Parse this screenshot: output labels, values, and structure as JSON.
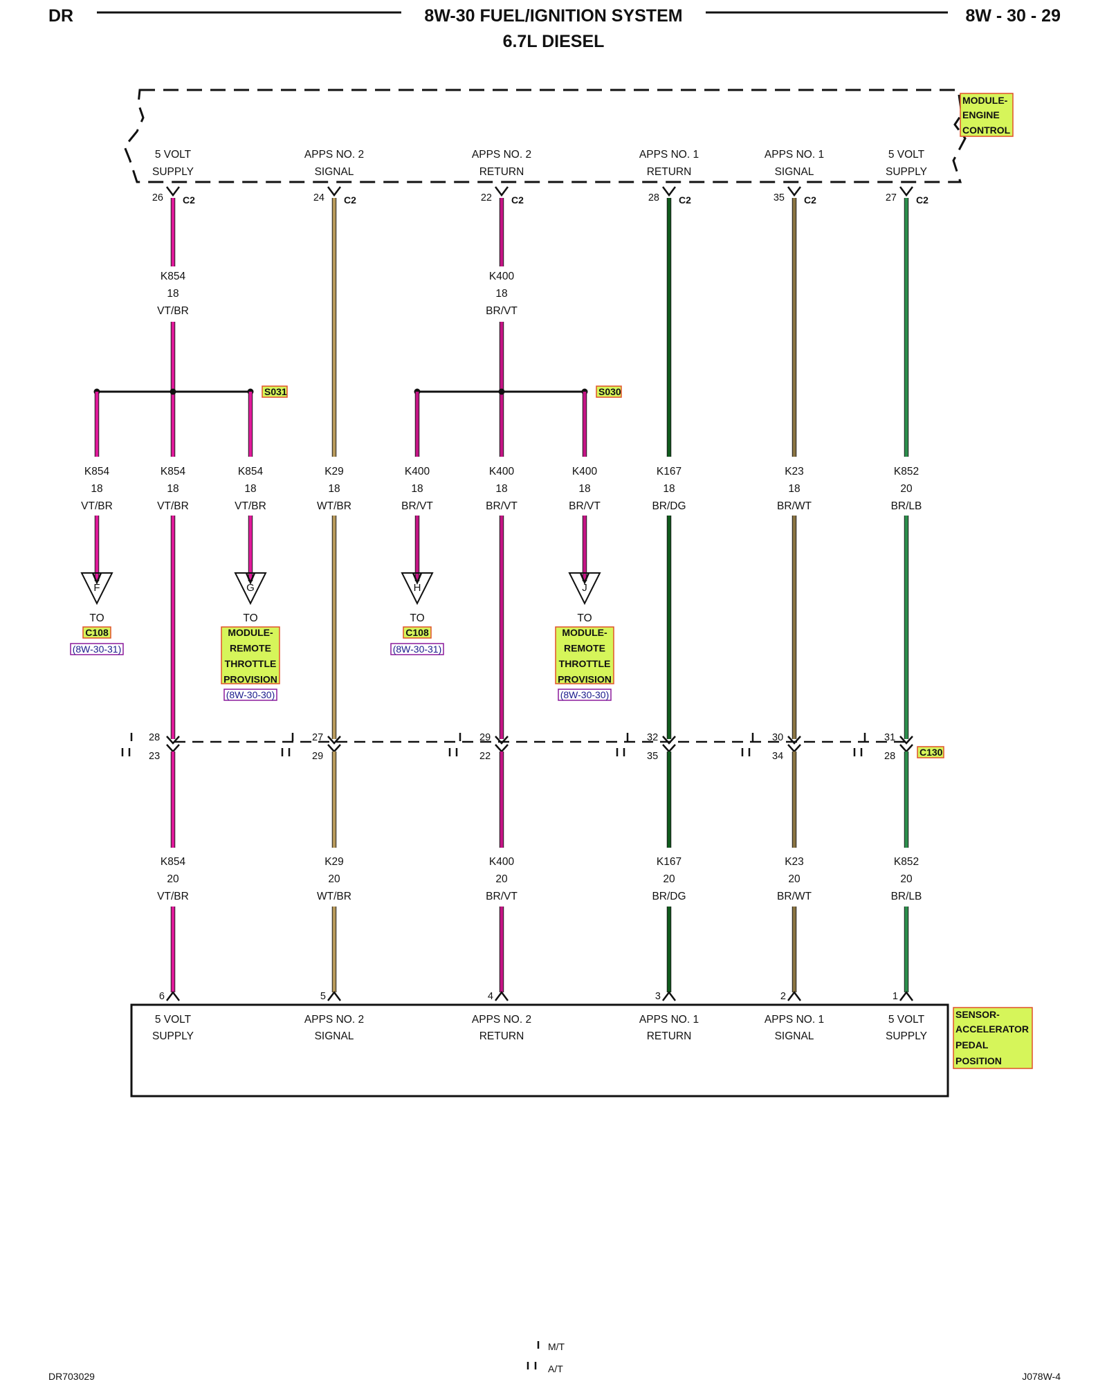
{
  "header": {
    "left": "DR",
    "title": "8W-30 FUEL/IGNITION SYSTEM",
    "subtitle": "6.7L DIESEL",
    "page": "8W - 30 - 29"
  },
  "colors": {
    "VT/BR": "#e0199a",
    "BR/VT": "#c41585",
    "WT/BR": "#b89a5c",
    "BR/DG": "#0f5a1c",
    "BR/WT": "#8a7442",
    "BR/LB": "#2c8f4c",
    "tag_fill": "#d6f55a",
    "tag_border": "#e0502a",
    "ref_border": "#8b1a9c"
  },
  "ecm": {
    "name_lines": [
      "MODULE-",
      "ENGINE",
      "CONTROL"
    ],
    "connector": "C2"
  },
  "sensor": {
    "name_lines": [
      "SENSOR-",
      "ACCELERATOR",
      "PEDAL",
      "POSITION"
    ]
  },
  "inline_connector": {
    "name": "C130"
  },
  "circuits": [
    {
      "fn1": "5 VOLT",
      "fn2": "SUPPLY",
      "ecm_pin": "26",
      "upper_wire": [
        "K854",
        "18",
        "VT/BR"
      ],
      "splice": "S031",
      "mid_wire": [
        "K854",
        "18",
        "VT/BR"
      ],
      "c130_ma": "28",
      "c130_at": "23",
      "lower_wire": [
        "K854",
        "20",
        "VT/BR"
      ],
      "sensor_pin": "6",
      "color": "VT/BR"
    },
    {
      "fn1": "APPS NO. 2",
      "fn2": "SIGNAL",
      "ecm_pin": "24",
      "mid_wire": [
        "K29",
        "18",
        "WT/BR"
      ],
      "c130_ma": "27",
      "c130_at": "29",
      "lower_wire": [
        "K29",
        "20",
        "WT/BR"
      ],
      "sensor_pin": "5",
      "color": "WT/BR"
    },
    {
      "fn1": "APPS NO. 2",
      "fn2": "RETURN",
      "ecm_pin": "22",
      "upper_wire": [
        "K400",
        "18",
        "BR/VT"
      ],
      "splice": "S030",
      "mid_wire": [
        "K400",
        "18",
        "BR/VT"
      ],
      "c130_ma": "29",
      "c130_at": "22",
      "lower_wire": [
        "K400",
        "20",
        "BR/VT"
      ],
      "sensor_pin": "4",
      "color": "BR/VT"
    },
    {
      "fn1": "APPS NO. 1",
      "fn2": "RETURN",
      "ecm_pin": "28",
      "mid_wire": [
        "K167",
        "18",
        "BR/DG"
      ],
      "c130_ma": "32",
      "c130_at": "35",
      "lower_wire": [
        "K167",
        "20",
        "BR/DG"
      ],
      "sensor_pin": "3",
      "color": "BR/DG"
    },
    {
      "fn1": "APPS NO. 1",
      "fn2": "SIGNAL",
      "ecm_pin": "35",
      "mid_wire": [
        "K23",
        "18",
        "BR/WT"
      ],
      "c130_ma": "30",
      "c130_at": "34",
      "lower_wire": [
        "K23",
        "20",
        "BR/WT"
      ],
      "sensor_pin": "2",
      "color": "BR/WT"
    },
    {
      "fn1": "5 VOLT",
      "fn2": "SUPPLY",
      "ecm_pin": "27",
      "mid_wire": [
        "K852",
        "20",
        "BR/LB"
      ],
      "c130_ma": "31",
      "c130_at": "28",
      "lower_wire": [
        "K852",
        "20",
        "BR/LB"
      ],
      "sensor_pin": "1",
      "color": "BR/LB"
    }
  ],
  "branches": [
    {
      "splice": "S031",
      "side": "left",
      "letter": "F",
      "wire": [
        "K854",
        "18",
        "VT/BR"
      ],
      "color": "VT/BR",
      "to": "TO",
      "dest_lines": [
        "C108"
      ],
      "ref": "(8W-30-31)"
    },
    {
      "splice": "S031",
      "side": "right",
      "letter": "G",
      "wire": [
        "K854",
        "18",
        "VT/BR"
      ],
      "color": "VT/BR",
      "to": "TO",
      "dest_lines": [
        "MODULE-",
        "REMOTE",
        "THROTTLE",
        "PROVISION"
      ],
      "ref": "(8W-30-30)"
    },
    {
      "splice": "S030",
      "side": "left",
      "letter": "H",
      "wire": [
        "K400",
        "18",
        "BR/VT"
      ],
      "color": "BR/VT",
      "to": "TO",
      "dest_lines": [
        "C108"
      ],
      "ref": "(8W-30-31)"
    },
    {
      "splice": "S030",
      "side": "right",
      "letter": "J",
      "wire": [
        "K400",
        "18",
        "BR/VT"
      ],
      "color": "BR/VT",
      "to": "TO",
      "dest_lines": [
        "MODULE-",
        "REMOTE",
        "THROTTLE",
        "PROVISION"
      ],
      "ref": "(8W-30-30)"
    }
  ],
  "legend": {
    "manual": "M/T",
    "automatic": "A/T"
  },
  "footer": {
    "left": "DR703029",
    "right": "J078W-4"
  }
}
